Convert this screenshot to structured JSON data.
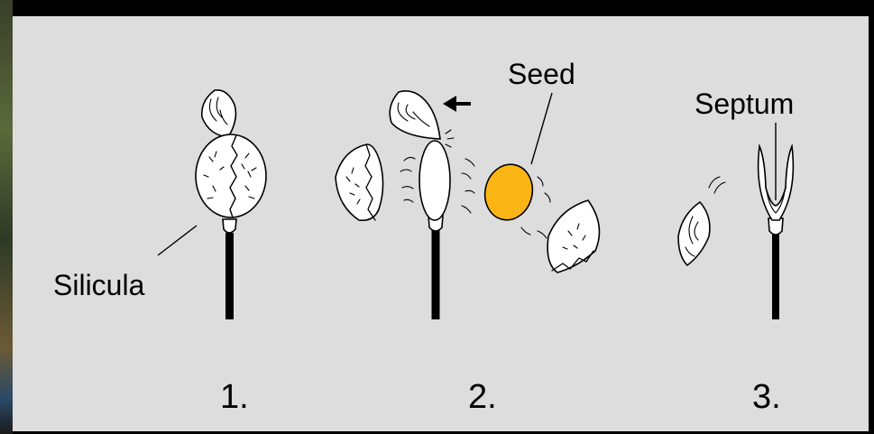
{
  "labels": {
    "silicula": "Silicula",
    "seed": "Seed",
    "septum": "Septum"
  },
  "steps": [
    "1.",
    "2.",
    "3."
  ],
  "colors": {
    "panel": "#dddddd",
    "seed_fill": "#fbb515",
    "outline": "#000000"
  }
}
